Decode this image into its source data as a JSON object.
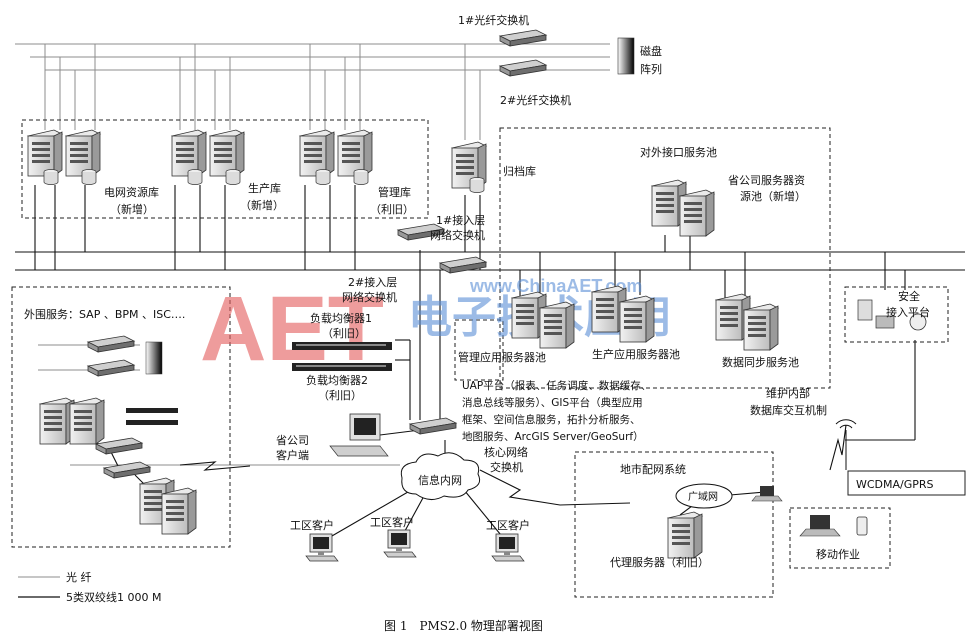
{
  "labels": {
    "switch1": "1#光纤交换机",
    "switch2": "2#光纤交换机",
    "disk_l1": "磁盘",
    "disk_l2": "阵列",
    "grid_db_l1": "电网资源库",
    "grid_db_l2": "（新增）",
    "prod_db_l1": "生产库",
    "prod_db_l2": "（新增）",
    "mgmt_db_l1": "管理库",
    "mgmt_db_l2": "（利旧）",
    "archive": "归档库",
    "ext_pool": "对外接口服务池",
    "prov_pool_l1": "省公司服务器资",
    "prov_pool_l2": "源池（新增）",
    "access1_l1": "1#接入层",
    "access1_l2": "网络交换机",
    "access2_l1": "2#接入层",
    "access2_l2": "网络交换机",
    "peripheral": "外围服务：SAP 、BPM 、ISC….",
    "lb1_l1": "负载均衡器1",
    "lb1_l2": "（利旧）",
    "lb2_l1": "负载均衡器2",
    "lb2_l2": "（利旧）",
    "mgmt_app_pool": "管理应用服务器池",
    "prod_app_pool": "生产应用服务器池",
    "sync_pool": "数据同步服务池",
    "security_l1": "安全",
    "security_l2": "接入平台",
    "uap_l1": "UAP平台（报表、任务调度、数据缓存、",
    "uap_l2": "消息总线等服务）、GIS平台（典型应用",
    "uap_l3": "框架、空间信息服务，拓扑分析服务、",
    "uap_l4": "地图服务、ArcGIS Server/GeoSurf）",
    "internal_l1": "维护内部",
    "internal_l2": "数据库交互机制",
    "prov_client_l1": "省公司",
    "prov_client_l2": "客户端",
    "core_l1": "核心网络",
    "core_l2": "交换机",
    "intranet": "信息内网",
    "local_net": "地市配网系统",
    "wan": "广域网",
    "proxy": "代理服务器（利旧）",
    "wcdma": "WCDMA/GPRS",
    "mobile": "移动作业",
    "client_a": "工区客户",
    "client_b": "工区客户",
    "client_c": "工区客户",
    "legend_fiber": "光 纤",
    "legend_cable": "5类双绞线1 000 M",
    "watermark_a": "AET",
    "watermark_b": "电子技术应用",
    "watermark_url": "www.ChinaAET.com",
    "caption": "图 1　PMS2.0 物理部署视图"
  },
  "colors": {
    "fiber": "#8c8c8c",
    "cable": "#111111",
    "server_body": "#d9d9d9",
    "server_dark": "#6a6a6a",
    "watermark_red": "#e35b5b",
    "watermark_blue": "#5b8fd6"
  }
}
